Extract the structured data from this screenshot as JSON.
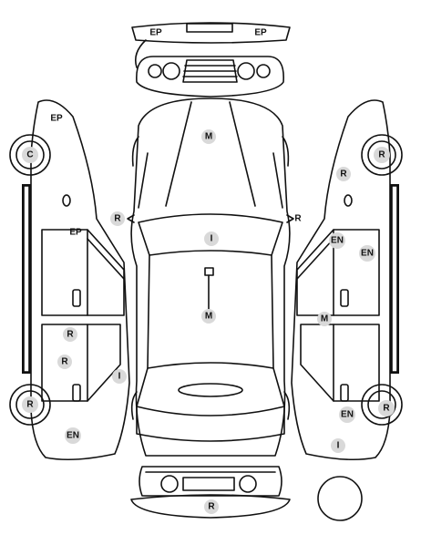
{
  "markers": {
    "front_bumper_left": "EP",
    "front_bumper_right": "EP",
    "hood": "M",
    "left_mirror": "R",
    "right_mirror": "R",
    "windshield": "I",
    "roof": "M",
    "rear_bumper": "R",
    "left_front_fender": "EP",
    "left_front_wheel": "C",
    "left_front_door": "EP",
    "left_rear_door_upper": "R",
    "left_rear_door_lower": "R",
    "left_pillar": "I",
    "left_rear_wheel": "R",
    "left_rear_quarter": "EN",
    "right_front_wheel": "R",
    "right_front_fender": "R",
    "right_front_door_left": "EN",
    "right_front_door_right": "EN",
    "right_pillar": "M",
    "right_rear_quarter": "EN",
    "right_rear_wheel": "R",
    "right_rear_fender": "I"
  },
  "icons": {
    "empty_marker": "empty-circle"
  }
}
